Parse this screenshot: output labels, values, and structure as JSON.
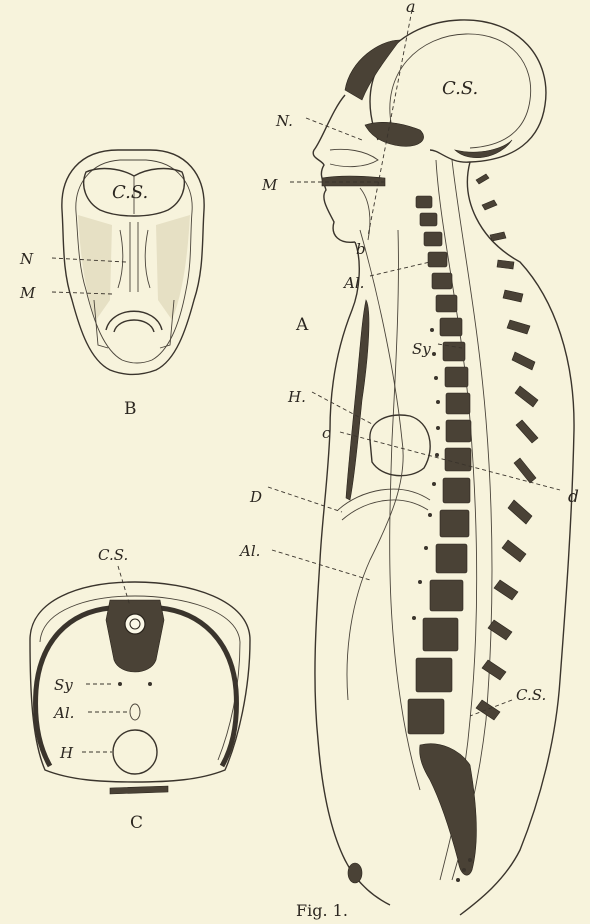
{
  "figure_caption": "Fig. 1.",
  "panels": {
    "A": {
      "letter": "A",
      "labels": {
        "a": "a",
        "b": "b",
        "c": "c",
        "d": "d",
        "cs_brain": "C.S.",
        "n": "N.",
        "m": "M",
        "al_upper": "Al.",
        "sy": "Sy",
        "h": "H.",
        "dia": "D",
        "al_lower": "Al.",
        "cs_spine": "C.S."
      }
    },
    "B": {
      "letter": "B",
      "labels": {
        "cs": "C.S.",
        "n": "N",
        "m": "M"
      }
    },
    "C": {
      "letter": "C",
      "labels": {
        "cs": "C.S.",
        "sy": "Sy",
        "al": "Al.",
        "h": "H"
      }
    }
  },
  "colors": {
    "paper": "#f7f3dc",
    "ink": "#3a342c",
    "bone": "#4a4236"
  }
}
